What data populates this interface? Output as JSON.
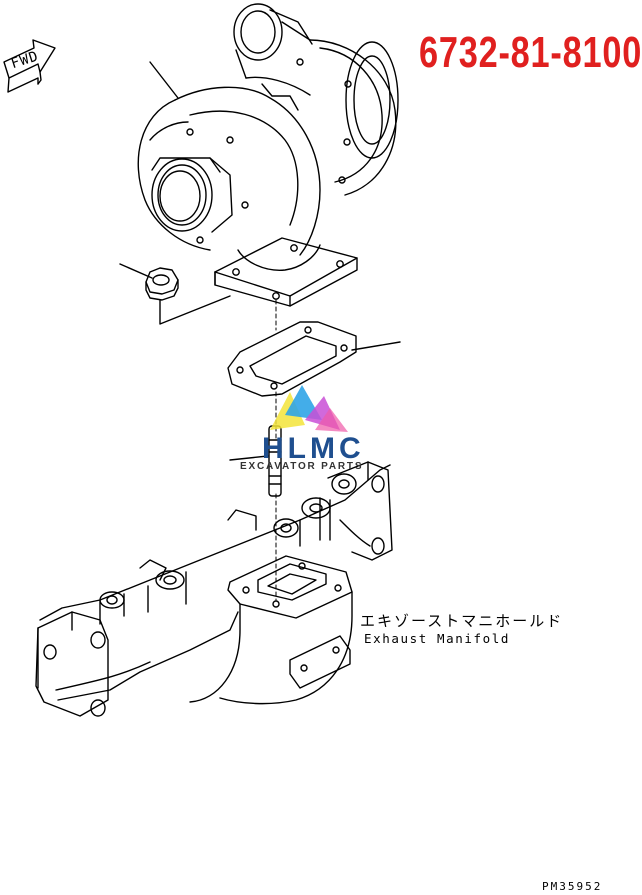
{
  "header": {
    "part_number": "6732-81-8100",
    "part_number_color": "#e0201f",
    "direction_label": "FWD"
  },
  "callout": {
    "label_jp": "エキゾーストマニホールド",
    "label_en": "Exhaust Manifold"
  },
  "watermark": {
    "title": "HLMC",
    "subtitle": "EXCAVATOR PARTS",
    "title_color": "#1f4f8f",
    "subtitle_color": "#333333",
    "logo_colors": [
      "#f3e43a",
      "#2fa4e7",
      "#c94fd6",
      "#ef5aa8"
    ]
  },
  "footer": {
    "drawing_code": "PM35952"
  },
  "palette": {
    "ink": "#000000"
  }
}
